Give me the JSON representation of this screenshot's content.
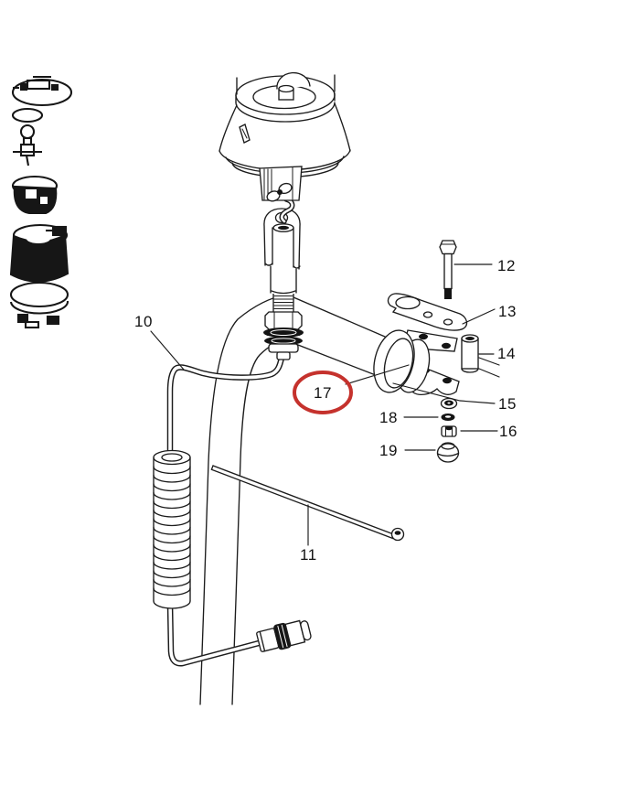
{
  "app": {
    "type": "parts-catalog-exploded-diagram",
    "subject": "rotating beacon lamp with mounting bracket, clamp and cable"
  },
  "diagram": {
    "background": "#ffffff",
    "line_color": "#1c1c1c",
    "highlighted_part": "17",
    "highlight_color": "#c5322d",
    "highlight_shape": "ellipse"
  },
  "callouts": {
    "p10": "10",
    "p11": "11",
    "p12": "12",
    "p13": "13",
    "p14": "14",
    "p15": "15",
    "p16": "16",
    "p17": "17",
    "p18": "18",
    "p19": "19"
  },
  "thumbnail": {
    "icon": "exploded-view-thumbnail"
  }
}
